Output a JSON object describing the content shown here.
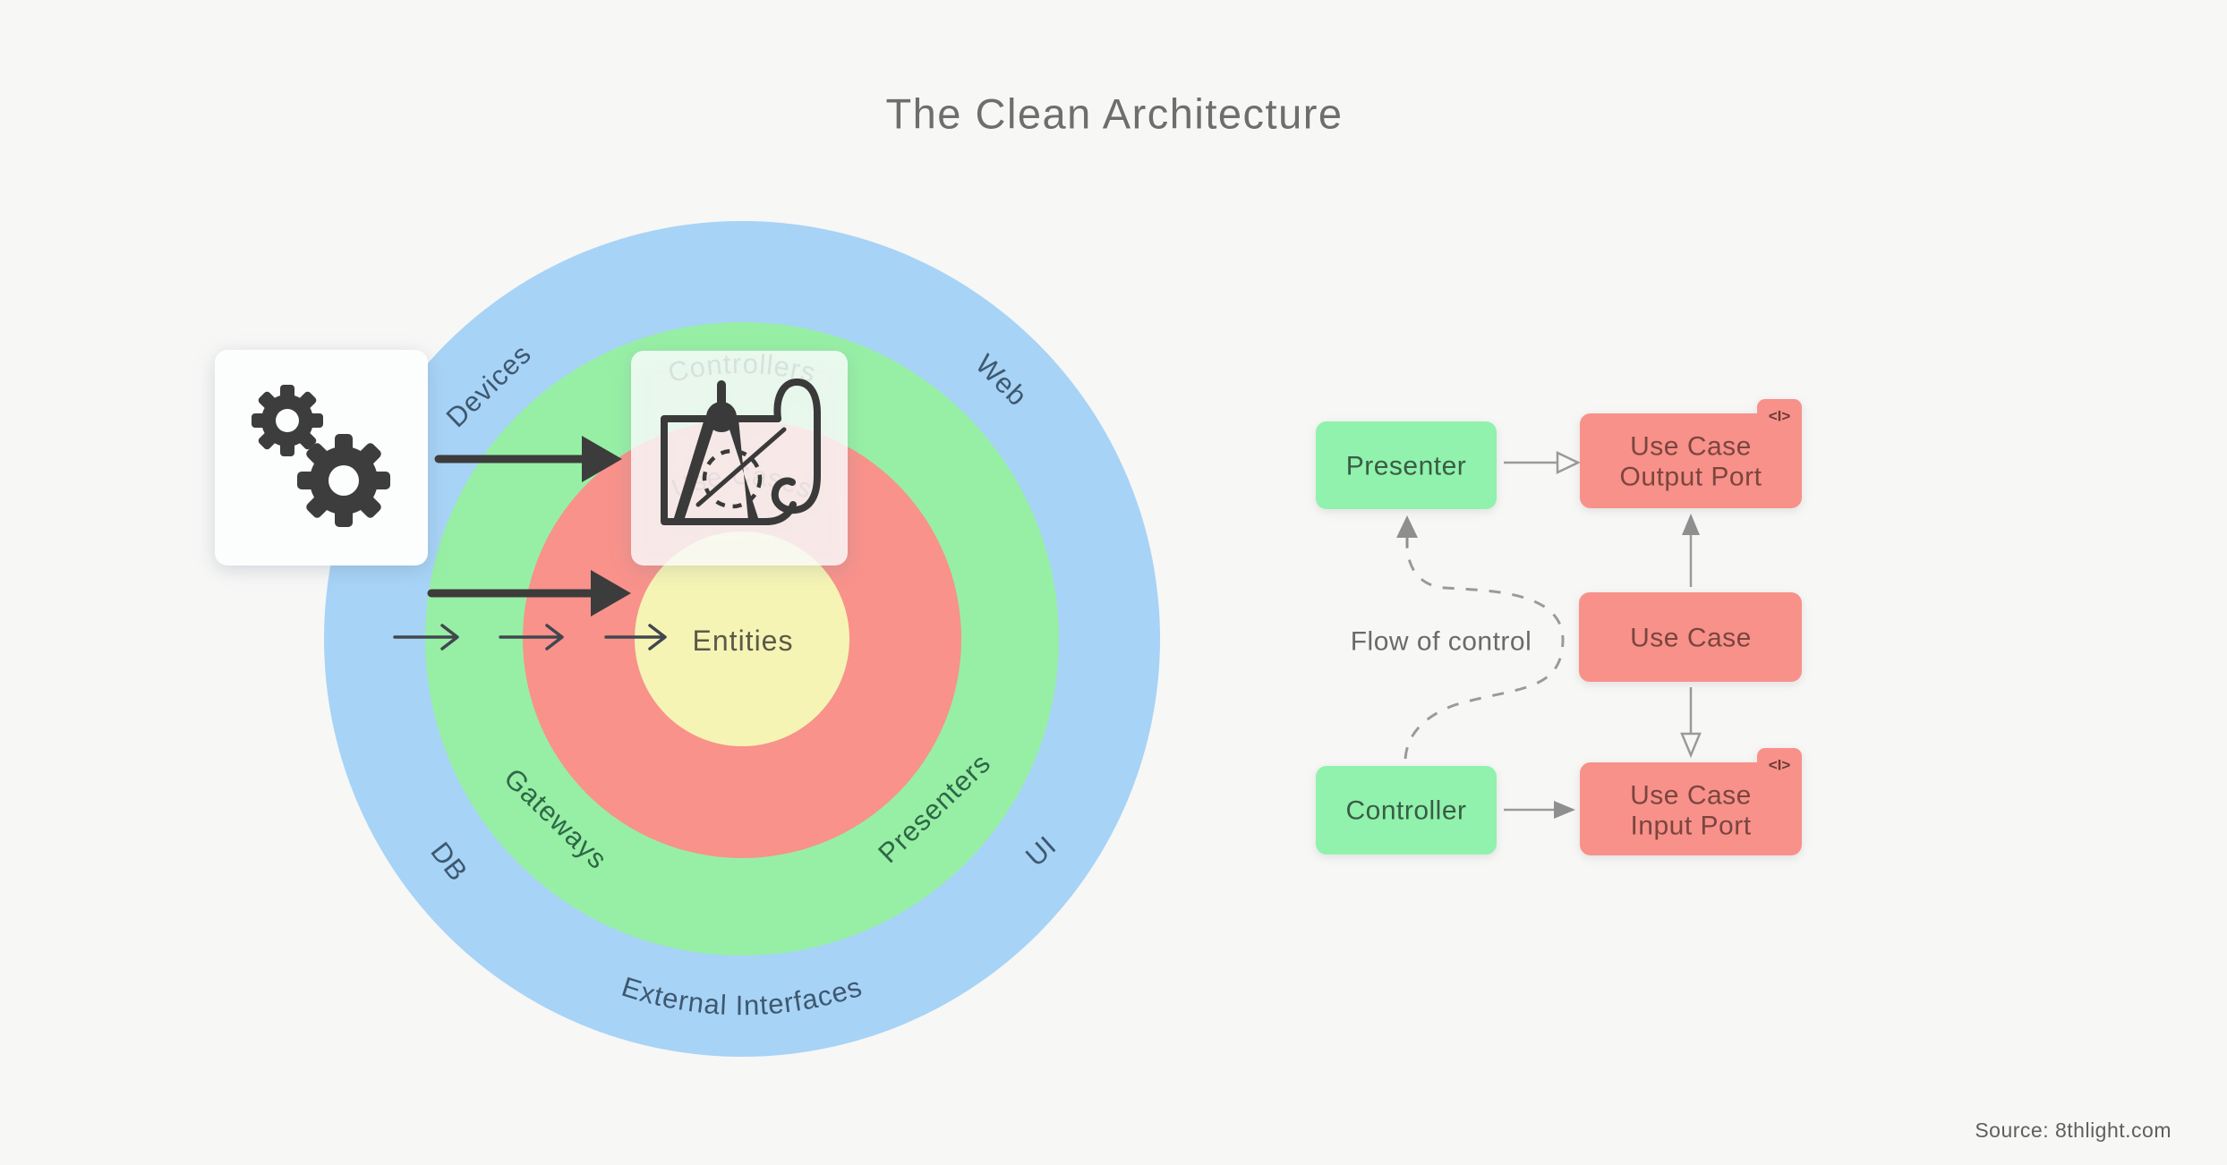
{
  "title": "The Clean Architecture",
  "footer": {
    "source": "Source: 8thlight.com"
  },
  "colors": {
    "background": "#f7f7f6",
    "ring_blue": "#a7d3f6",
    "ring_green": "#97efa5",
    "ring_red": "#f8928b",
    "ring_yellow": "#f5f4b4",
    "box_green": "#90f2ad",
    "box_red": "#f8918a",
    "dark_arrow": "#3c3c3c",
    "gray_arrow": "#929292",
    "icon_dark": "#3a3a3a"
  },
  "rings": {
    "devices": "Devices",
    "web": "Web",
    "db": "DB",
    "ui": "UI",
    "external_interfaces": "External Interfaces",
    "gateways": "Gateways",
    "presenters": "Presenters",
    "controllers": "Controllers",
    "use_cases": "Use Cases",
    "entities": "Entities"
  },
  "flow": {
    "presenter": "Presenter",
    "controller": "Controller",
    "use_case": "Use Case",
    "output_port": [
      "Use Case",
      "Output Port"
    ],
    "input_port": [
      "Use Case",
      "Input Port"
    ],
    "interface_marker": "<I>",
    "label": "Flow of control"
  }
}
